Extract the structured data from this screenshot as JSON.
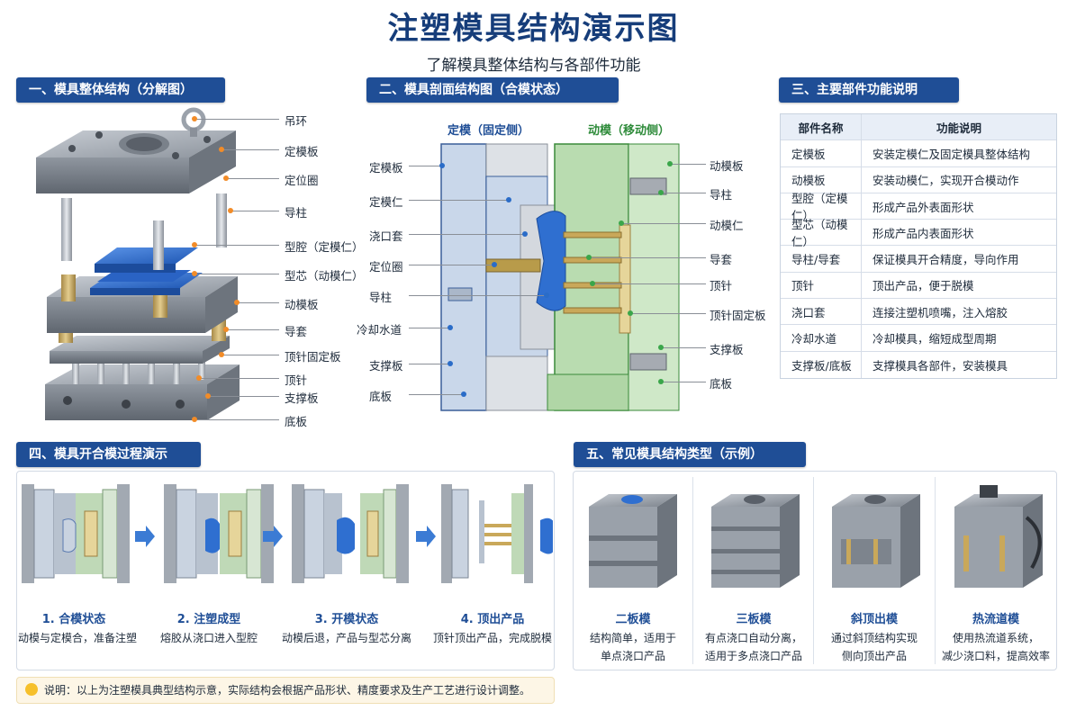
{
  "title": "注塑模具结构演示图",
  "subtitle": "了解模具整体结构与各部件功能",
  "sections": {
    "s1": "一、模具整体结构（分解图）",
    "s2": "二、模具剖面结构图（合模状态）",
    "s3": "三、主要部件功能说明",
    "s4": "四、模具开合模过程演示",
    "s5": "五、常见模具结构类型（示例）"
  },
  "exploded_labels": [
    "吊环",
    "定模板",
    "定位圈",
    "导柱",
    "型腔（定模仁）",
    "型芯（动模仁）",
    "动模板",
    "导套",
    "顶针固定板",
    "顶针",
    "支撑板",
    "底板"
  ],
  "section_view": {
    "fixed_side": "定模（固定侧）",
    "moving_side": "动模（移动侧）",
    "left_labels": [
      "定模板",
      "定模仁",
      "浇口套",
      "定位圈",
      "导柱",
      "冷却水道",
      "支撑板",
      "底板"
    ],
    "right_labels": [
      "动模板",
      "导柱",
      "动模仁",
      "导套",
      "顶针",
      "顶针固定板",
      "支撑板",
      "底板"
    ]
  },
  "table": {
    "headers": [
      "部件名称",
      "功能说明"
    ],
    "rows": [
      [
        "定模板",
        "安装定模仁及固定模具整体结构"
      ],
      [
        "动模板",
        "安装动模仁，实现开合模动作"
      ],
      [
        "型腔（定模仁）",
        "形成产品外表面形状"
      ],
      [
        "型芯（动模仁）",
        "形成产品内表面形状"
      ],
      [
        "导柱/导套",
        "保证模具开合精度，导向作用"
      ],
      [
        "顶针",
        "顶出产品，便于脱模"
      ],
      [
        "浇口套",
        "连接注塑机喷嘴，注入熔胶"
      ],
      [
        "冷却水道",
        "冷却模具，缩短成型周期"
      ],
      [
        "支撑板/底板",
        "支撑模具各部件，安装模具"
      ]
    ]
  },
  "steps": [
    {
      "title": "1. 合模状态",
      "desc": "动模与定模合，准备注塑"
    },
    {
      "title": "2. 注塑成型",
      "desc": "熔胶从浇口进入型腔"
    },
    {
      "title": "3. 开模状态",
      "desc": "动模后退，产品与型芯分离"
    },
    {
      "title": "4. 顶出产品",
      "desc": "顶针顶出产品，完成脱模"
    }
  ],
  "types": [
    {
      "title": "二板模",
      "desc1": "结构简单，适用于",
      "desc2": "单点浇口产品"
    },
    {
      "title": "三板模",
      "desc1": "有点浇口自动分离，",
      "desc2": "适用于多点浇口产品"
    },
    {
      "title": "斜顶出模",
      "desc1": "通过斜顶结构实现",
      "desc2": "侧向顶出产品"
    },
    {
      "title": "热流道模",
      "desc1": "使用热流道系统，",
      "desc2": "减少浇口料，提高效率"
    }
  ],
  "note": "说明：以上为注塑模具典型结构示意，实际结构会根据产品形状、精度要求及生产工艺进行设计调整。",
  "colors": {
    "header_blue": "#1f4e96",
    "fixed_blue": "#c9d7ea",
    "moving_green": "#b9dcb0",
    "part_blue": "#2f6fd0",
    "guide_gold": "#c9a85a"
  }
}
